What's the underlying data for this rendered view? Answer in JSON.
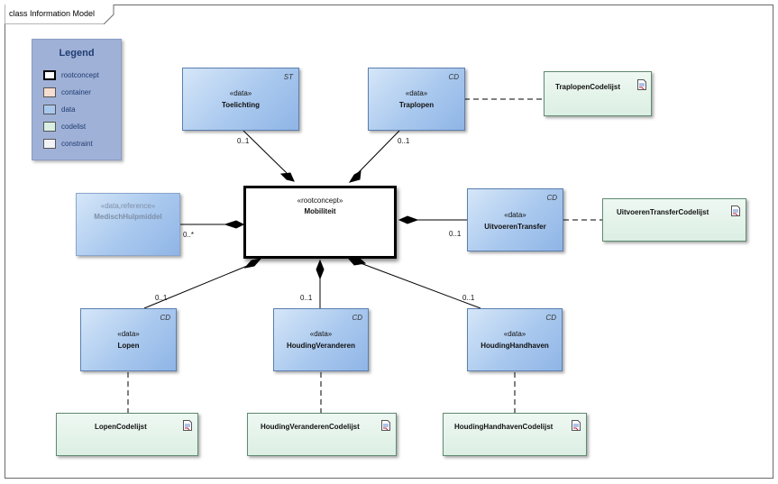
{
  "diagram": {
    "title": "class Information Model"
  },
  "legend": {
    "title": "Legend",
    "items": [
      {
        "label": "rootconcept",
        "color": "#ffffff"
      },
      {
        "label": "container",
        "color": "#f5ddd0"
      },
      {
        "label": "data",
        "color": "#a9c8ee"
      },
      {
        "label": "codelist",
        "color": "#d9efe2"
      },
      {
        "label": "constraint",
        "color": "#f2f2f7"
      }
    ]
  },
  "root": {
    "stereotype": "«rootconcept»",
    "name": "Mobiliteit"
  },
  "classes": {
    "toelichting": {
      "stereotype": "«data»",
      "name": "Toelichting",
      "type": "ST"
    },
    "traplopen": {
      "stereotype": "«data»",
      "name": "Traplopen",
      "type": "CD"
    },
    "medisch": {
      "stereotype": "«data,reference»",
      "name": "MedischHulpmiddel"
    },
    "uitvoeren": {
      "stereotype": "«data»",
      "name": "UitvoerenTransfer",
      "type": "CD"
    },
    "lopen": {
      "stereotype": "«data»",
      "name": "Lopen",
      "type": "CD"
    },
    "veranderen": {
      "stereotype": "«data»",
      "name": "HoudingVeranderen",
      "type": "CD"
    },
    "handhaven": {
      "stereotype": "«data»",
      "name": "HoudingHandhaven",
      "type": "CD"
    }
  },
  "codelists": {
    "traplopen": "TraplopenCodelijst",
    "uitvoeren": "UitvoerenTransferCodelijst",
    "lopen": "LopenCodelijst",
    "veranderen": "HoudingVeranderenCodelijst",
    "handhaven": "HoudingHandhavenCodelijst"
  },
  "multiplicities": {
    "toelichting": "0..1",
    "traplopen": "0..1",
    "medisch": "0..*",
    "uitvoeren": "0..1",
    "lopen": "0..1",
    "veranderen": "0..1",
    "handhaven": "0..1"
  }
}
